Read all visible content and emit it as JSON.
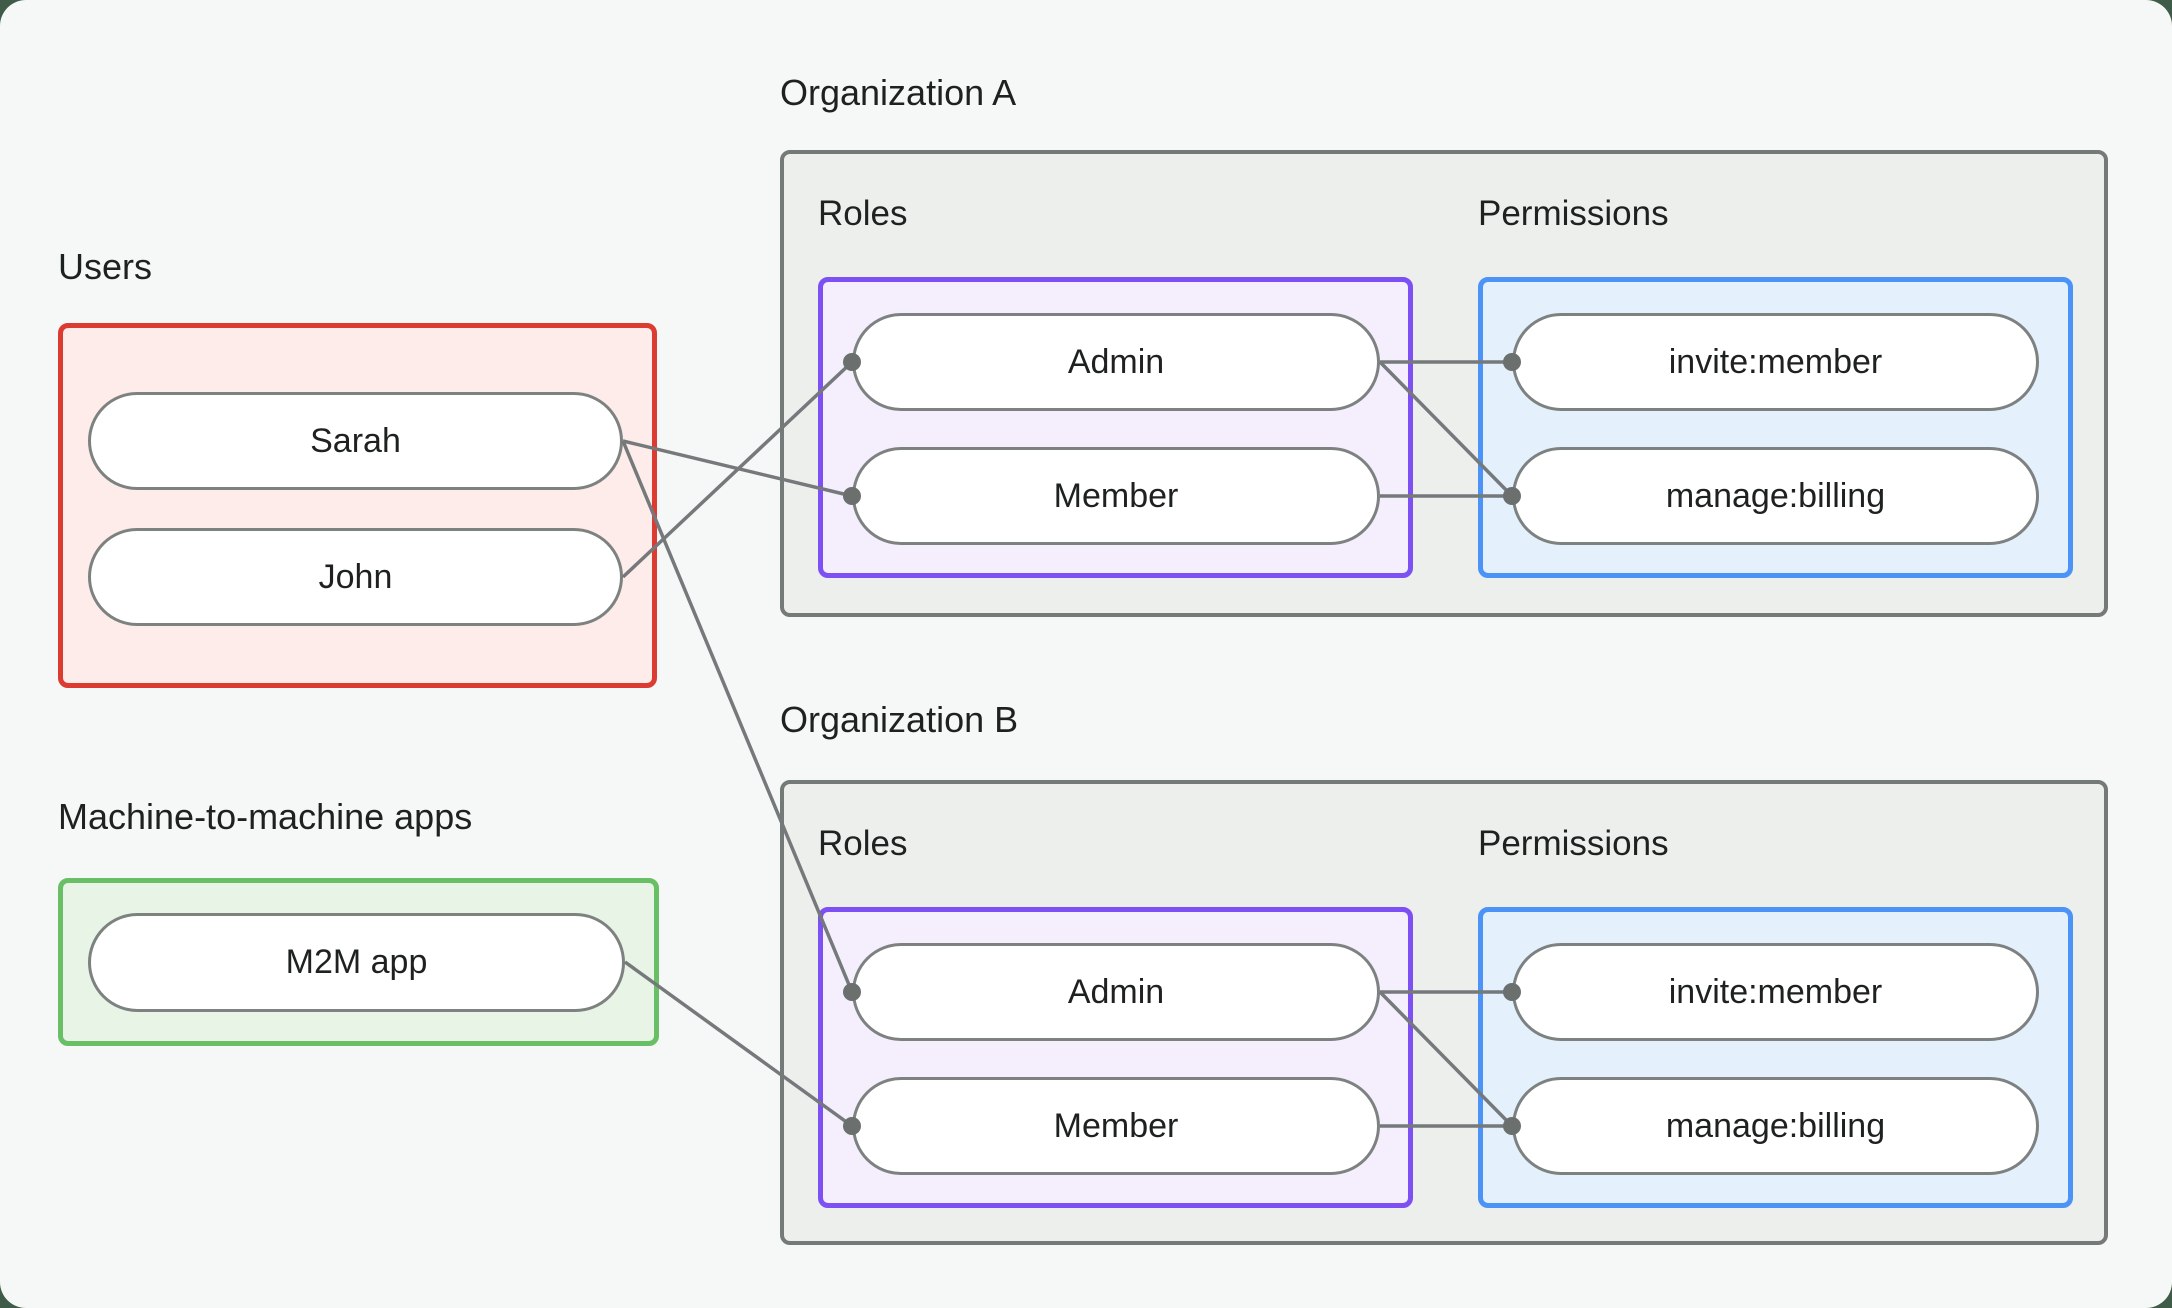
{
  "sections": {
    "users": {
      "label": "Users",
      "items": [
        "Sarah",
        "John"
      ]
    },
    "m2m": {
      "label": "Machine-to-machine apps",
      "items": [
        "M2M app"
      ]
    }
  },
  "organizations": [
    {
      "title": "Organization A",
      "roles_label": "Roles",
      "permissions_label": "Permissions",
      "roles": [
        "Admin",
        "Member"
      ],
      "permissions": [
        "invite:member",
        "manage:billing"
      ]
    },
    {
      "title": "Organization B",
      "roles_label": "Roles",
      "permissions_label": "Permissions",
      "roles": [
        "Admin",
        "Member"
      ],
      "permissions": [
        "invite:member",
        "manage:billing"
      ]
    }
  ],
  "connections": [
    {
      "from": "sarah",
      "to": "orgA.member"
    },
    {
      "from": "john",
      "to": "orgA.admin"
    },
    {
      "from": "sarah",
      "to": "orgB.admin"
    },
    {
      "from": "m2m",
      "to": "orgB.member"
    },
    {
      "from": "orgA.admin",
      "to": "orgA.invite"
    },
    {
      "from": "orgA.admin",
      "to": "orgA.manage"
    },
    {
      "from": "orgA.member",
      "to": "orgA.manage"
    },
    {
      "from": "orgB.admin",
      "to": "orgB.invite"
    },
    {
      "from": "orgB.admin",
      "to": "orgB.manage"
    },
    {
      "from": "orgB.member",
      "to": "orgB.manage"
    }
  ],
  "colors": {
    "page_outside": "#3e5c48",
    "background": "#f5f8f6",
    "text": "#1d211f",
    "users_border": "#dc3b32",
    "users_fill": "#fdece9",
    "m2m_border": "#69bf66",
    "m2m_fill": "#e8f4e6",
    "roles_border": "#7c50f3",
    "roles_fill": "#f5eefd",
    "permissions_border": "#4b93f7",
    "permissions_fill": "#e4f1fd",
    "org_border": "#747a77",
    "org_fill": "#edefed",
    "node_border": "#7d8280",
    "node_fill": "#ffffff",
    "connector": "#75797b",
    "connector_dot": "#6b706e"
  }
}
